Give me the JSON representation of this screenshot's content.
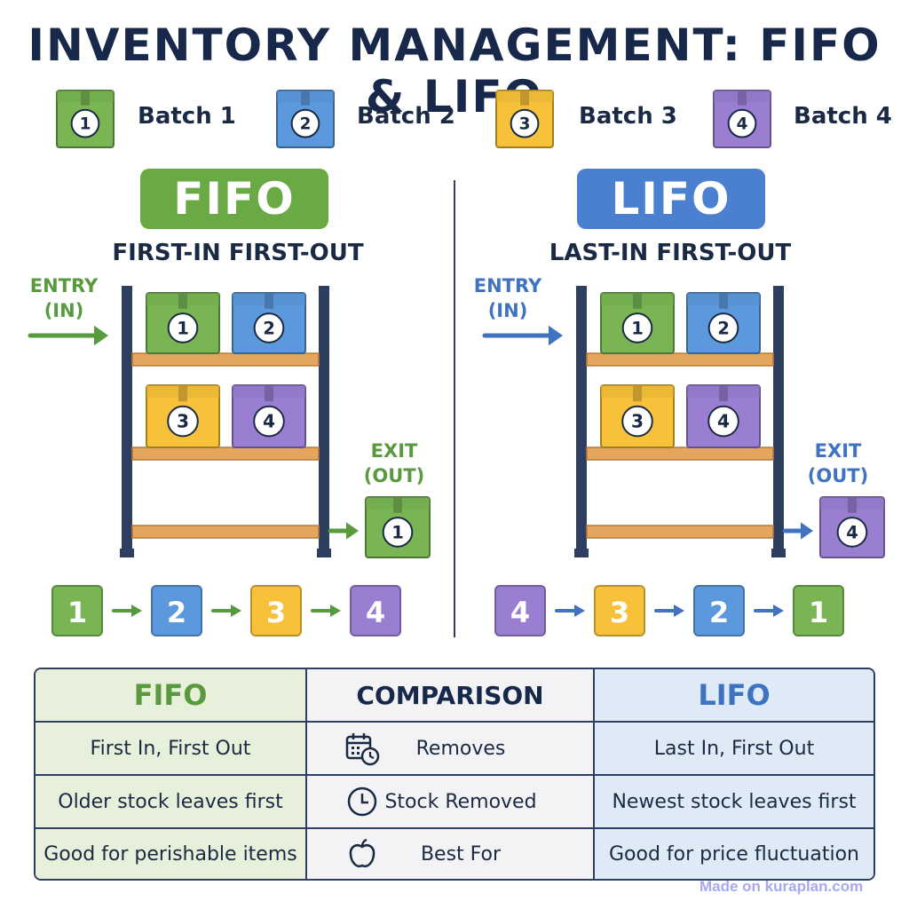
{
  "title": "INVENTORY MANAGEMENT: FIFO & LIFO",
  "legend": [
    {
      "number": "1",
      "label": "Batch 1",
      "color": "#79b653"
    },
    {
      "number": "2",
      "label": "Batch 2",
      "color": "#5b99dc"
    },
    {
      "number": "3",
      "label": "Batch 3",
      "color": "#f7c23a"
    },
    {
      "number": "4",
      "label": "Batch 4",
      "color": "#9a7ed2"
    }
  ],
  "fifo": {
    "badge": "FIFO",
    "subtitle": "FIRST-IN FIRST-OUT",
    "badge_color": "#6aaa45",
    "entry_label": "ENTRY",
    "entry_sub": "(IN)",
    "exit_label": "EXIT",
    "exit_sub": "(OUT)",
    "exit_box": "1",
    "sequence": [
      "1",
      "2",
      "3",
      "4"
    ]
  },
  "lifo": {
    "badge": "LIFO",
    "subtitle": "LAST-IN FIRST-OUT",
    "badge_color": "#4a80cf",
    "entry_label": "ENTRY",
    "entry_sub": "(IN)",
    "exit_label": "EXIT",
    "exit_sub": "(OUT)",
    "exit_box": "4",
    "sequence": [
      "4",
      "3",
      "2",
      "1"
    ]
  },
  "shelf_boxes": [
    "1",
    "2",
    "3",
    "4"
  ],
  "comparison": {
    "headers": {
      "fifo": "FIFO",
      "mid": "COMPARISON",
      "lifo": "LIFO"
    },
    "rows": [
      {
        "fifo": "First In, First Out",
        "mid": "Removes",
        "lifo": "Last In, First Out",
        "icon": "calendar-clock-icon"
      },
      {
        "fifo": "Older stock leaves first",
        "mid": "Stock Removed",
        "lifo": "Newest stock leaves first",
        "icon": "clock-icon"
      },
      {
        "fifo": "Good for perishable items",
        "mid": "Best For",
        "lifo": "Good for price fluctuation",
        "icon": "apple-icon"
      }
    ]
  },
  "watermark": "Made on kuraplan.com"
}
